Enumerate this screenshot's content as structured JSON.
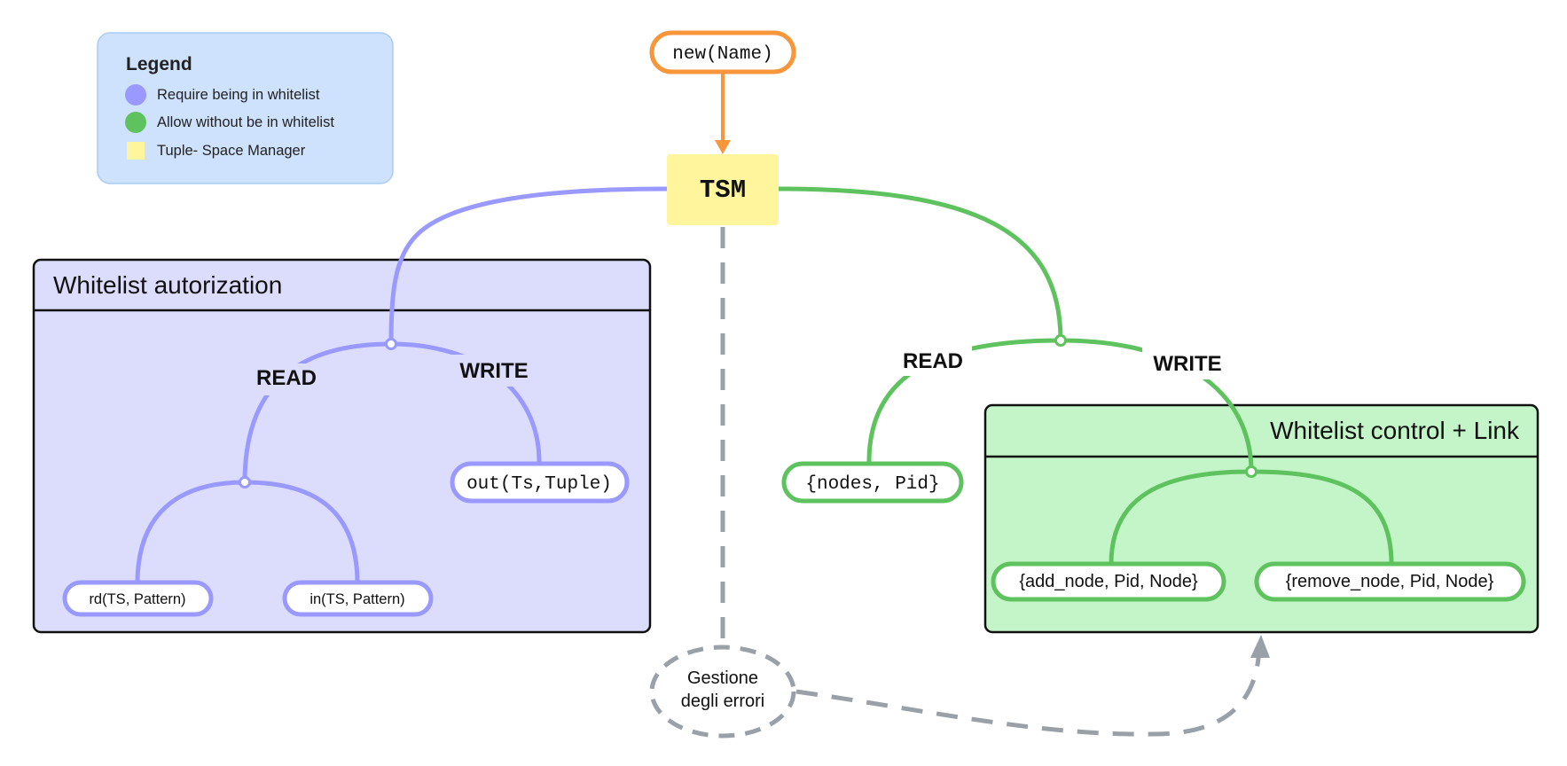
{
  "legend": {
    "title": "Legend",
    "items": [
      {
        "label": "Require being in whitelist",
        "color": "#9999ff"
      },
      {
        "label": "Allow without be in whitelist",
        "color": "#5ec35e"
      },
      {
        "label": "Tuple- Space Manager",
        "color": "#fff59d"
      }
    ]
  },
  "top_node": {
    "label": "new(Name)",
    "color": "#f7963b"
  },
  "tsm": {
    "label": "TSM",
    "color": "#fff59d"
  },
  "whitelist_auth": {
    "title": "Whitelist autorization",
    "read_label": "READ",
    "write_label": "WRITE",
    "out_node": "out(Ts,Tuple)",
    "rd_node": "rd(TS, Pattern)",
    "in_node": "in(TS, Pattern)",
    "color": "#9999ff",
    "fill": "#dcdcfc"
  },
  "whitelist_control": {
    "title": "Whitelist control + Link",
    "read_label": "READ",
    "write_label": "WRITE",
    "nodes_node": "{nodes, Pid}",
    "add_node": "{add_node, Pid, Node}",
    "remove_node": "{remove_node, Pid, Node}",
    "color": "#5ec35e",
    "fill": "#c4f5c8"
  },
  "error_handling": {
    "line1": "Gestione",
    "line2": "degli errori",
    "color": "#9aa0a8"
  }
}
